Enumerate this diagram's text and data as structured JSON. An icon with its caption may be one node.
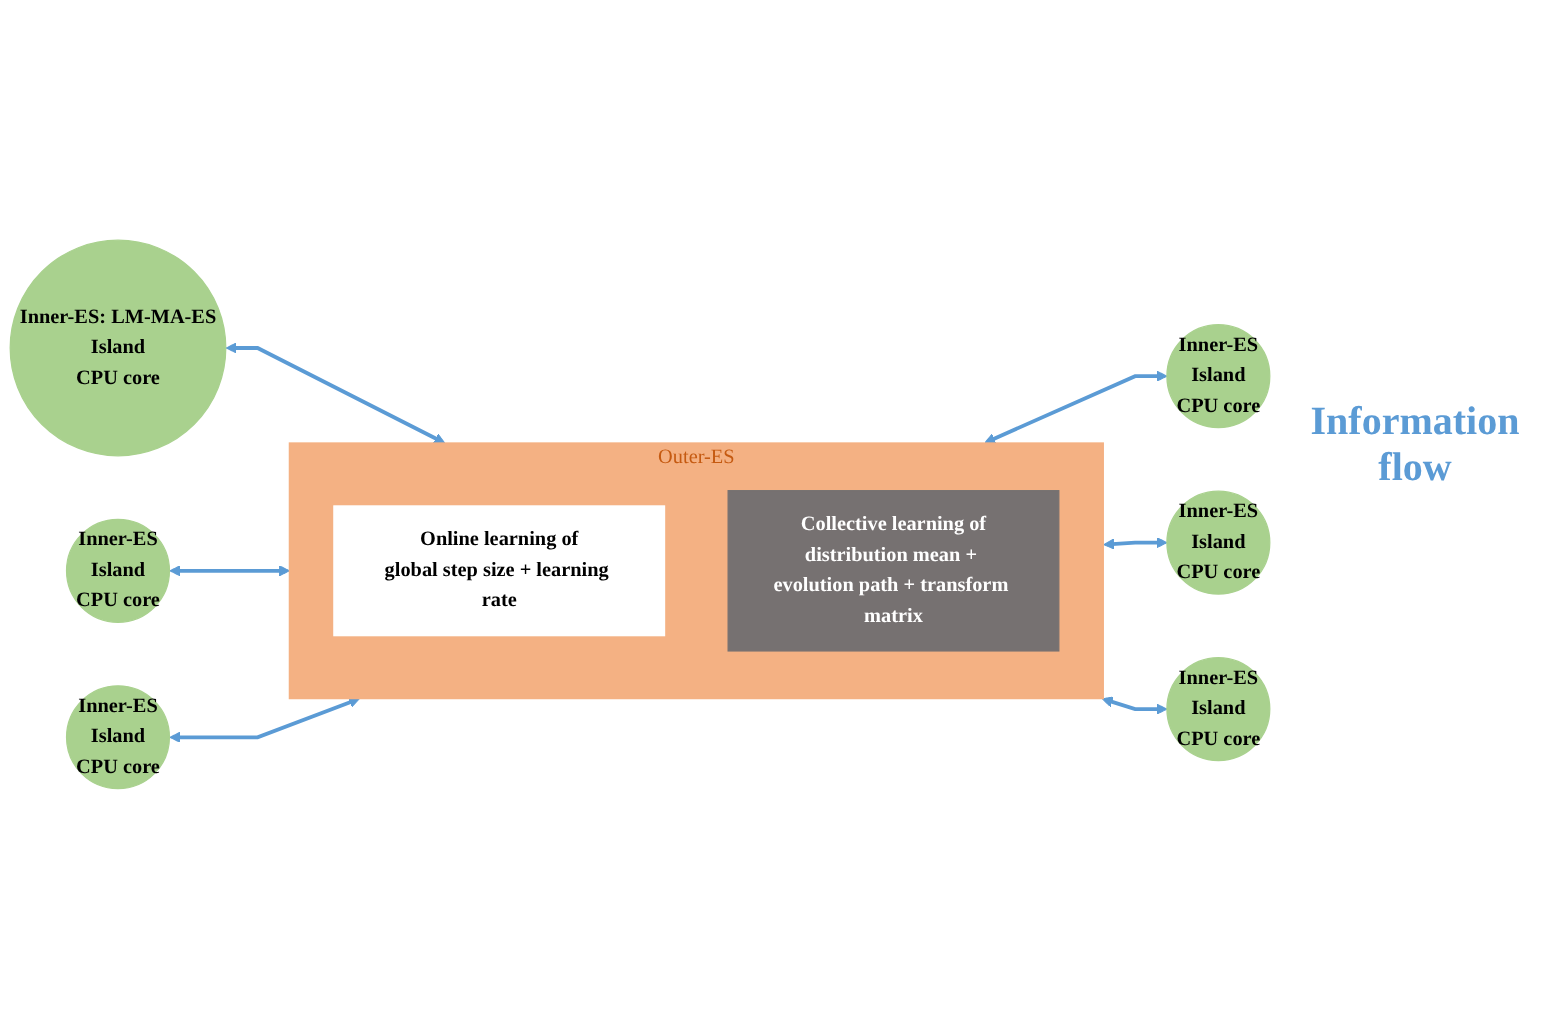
{
  "diagram": {
    "nodes": [
      {
        "text": [
          "Inner-ES: LM-MA-ES",
          "Island",
          "CPU core"
        ]
      },
      {
        "text": [
          "Inner-ES",
          "Island",
          "CPU core"
        ]
      },
      {
        "text": [
          "Outer-ES"
        ]
      },
      {
        "text": [
          "Online learning of",
          "global step size + learning rate"
        ],
        "in": 2
      },
      {
        "text": [
          "Collective learning of",
          "distribution mean + evolution path + transform matrix"
        ],
        "in": 2
      },
      {
        "text": [
          "Inner-ES",
          "Island",
          "CPU core"
        ]
      },
      {
        "text": [
          "Inner-ES",
          "Island",
          "CPU core"
        ]
      },
      {
        "text": [
          "Inner-ES",
          "Island",
          "CPU core"
        ]
      },
      {
        "text": [
          "Inner-ES",
          "Island",
          "CPU core"
        ]
      }
    ],
    "edges": [
      {
        "from": 0,
        "to": 2,
        "arrow": "both"
      },
      {
        "from": 2,
        "to": 1,
        "arrow": "both"
      },
      {
        "from": 5,
        "to": 2,
        "arrow": "both"
      },
      {
        "from": 2,
        "to": 6,
        "arrow": "both"
      },
      {
        "from": 7,
        "to": 2,
        "arrow": "both"
      },
      {
        "from": 2,
        "to": 8,
        "arrow": "both"
      }
    ],
    "labels": [
      "Information flow"
    ]
  }
}
